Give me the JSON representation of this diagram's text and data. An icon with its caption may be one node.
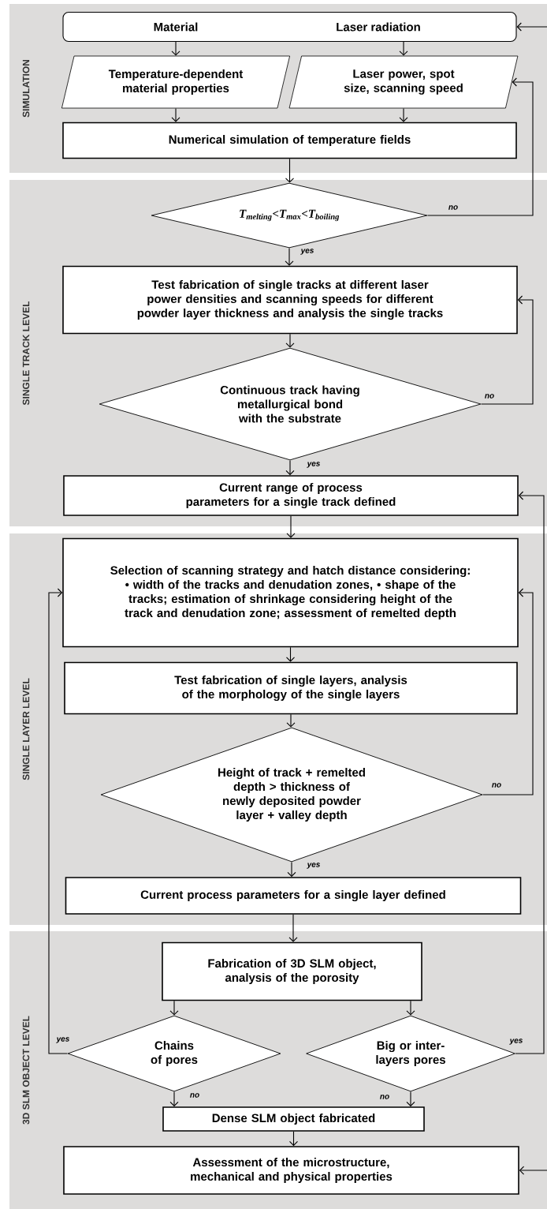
{
  "diagram": {
    "nodes": [
      {
        "text": [
          "SIMULATION"
        ]
      },
      {
        "text": [
          "Material",
          "Laser radiation"
        ],
        "in": 0
      },
      {
        "text": [
          "Temperature-dependent material properties"
        ],
        "in": 0
      },
      {
        "text": [
          "Laser power, spot size, scanning speed"
        ],
        "in": 0
      },
      {
        "text": [
          "Numerical simulation of temperature fields"
        ],
        "in": 0
      },
      {
        "text": [
          "SINGLE TRACK LEVEL"
        ]
      },
      {
        "text": [
          "T$_{melting}$<T$_{max}$<T$_{boiling}$"
        ],
        "in": 5
      },
      {
        "text": [
          "Test fabrication of single tracks at different laser power densities and scanning speeds for different powder layer thickness and analysis the single tracks"
        ],
        "in": 5
      },
      {
        "text": [
          "Continuous track having metallurgical bond with the substrate"
        ],
        "in": 5
      },
      {
        "text": [
          "Current range of process parameters for a single track defined"
        ],
        "in": 5
      },
      {
        "text": [
          "SINGLE LAYER LEVEL"
        ]
      },
      {
        "text": [
          "Selection of scanning strategy and hatch distance considering: • width of the tracks and denudation zones, • shape of the tracks; estimation of shrinkage considering height of the track and denudation zone; assessment of remelted depth"
        ],
        "in": 10
      },
      {
        "text": [
          "Test fabrication of single layers, analysis of the morphology of the single layers"
        ],
        "in": 10
      },
      {
        "text": [
          "Height of track + remelted depth > thickness of newly deposited powder layer + valley depth"
        ],
        "in": 10
      },
      {
        "text": [
          "Current process parameters for a single layer defined"
        ],
        "in": 10
      },
      {
        "text": [
          "3D SLM OBJECT LEVEL"
        ]
      },
      {
        "text": [
          "Fabrication of 3D SLM object, analysis of the porosity"
        ],
        "in": 15
      },
      {
        "text": [
          "Chains of pores"
        ],
        "in": 15
      },
      {
        "text": [
          "Big or inter-layers pores"
        ],
        "in": 15
      },
      {
        "text": [
          "Dense SLM object fabricated"
        ],
        "in": 15
      },
      {
        "text": [
          "Assessment of the microstructure, mechanical and physical properties"
        ],
        "in": 15
      }
    ],
    "edges": [
      {
        "from": 1,
        "to": 2,
        "arrow": "to"
      },
      {
        "from": 1,
        "to": 3,
        "arrow": "to"
      },
      {
        "from": 2,
        "to": 4,
        "arrow": "to"
      },
      {
        "from": 3,
        "to": 4,
        "arrow": "to"
      },
      {
        "from": 4,
        "to": 6,
        "arrow": "to"
      },
      {
        "from": 6,
        "to": 3,
        "arrow": "to",
        "label": "no"
      },
      {
        "from": 6,
        "to": 7,
        "arrow": "to",
        "label": "yes"
      },
      {
        "from": 7,
        "to": 8,
        "arrow": "to"
      },
      {
        "from": 8,
        "to": 7,
        "arrow": "to",
        "label": "no"
      },
      {
        "from": 8,
        "to": 9,
        "arrow": "to",
        "label": "yes"
      },
      {
        "from": 9,
        "to": 11,
        "arrow": "to"
      },
      {
        "from": 11,
        "to": 12,
        "arrow": "to"
      },
      {
        "from": 12,
        "to": 13,
        "arrow": "to"
      },
      {
        "from": 13,
        "to": 11,
        "arrow": "to",
        "label": "no"
      },
      {
        "from": 13,
        "to": 14,
        "arrow": "to",
        "label": "yes"
      },
      {
        "from": 14,
        "to": 16,
        "arrow": "to"
      },
      {
        "from": 16,
        "to": 17,
        "arrow": "to"
      },
      {
        "from": 16,
        "to": 18,
        "arrow": "to"
      },
      {
        "from": 17,
        "to": 11,
        "arrow": "to",
        "label": "yes"
      },
      {
        "from": 18,
        "to": 9,
        "arrow": "to",
        "label": "yes"
      },
      {
        "from": 17,
        "to": 19,
        "arrow": "to",
        "label": "no"
      },
      {
        "from": 18,
        "to": 19,
        "arrow": "to",
        "label": "no"
      },
      {
        "from": 19,
        "to": 20,
        "arrow": "to"
      },
      {
        "from": null,
        "to": 1,
        "arrow": "to"
      },
      {
        "from": null,
        "to": 20,
        "arrow": "to"
      }
    ]
  }
}
